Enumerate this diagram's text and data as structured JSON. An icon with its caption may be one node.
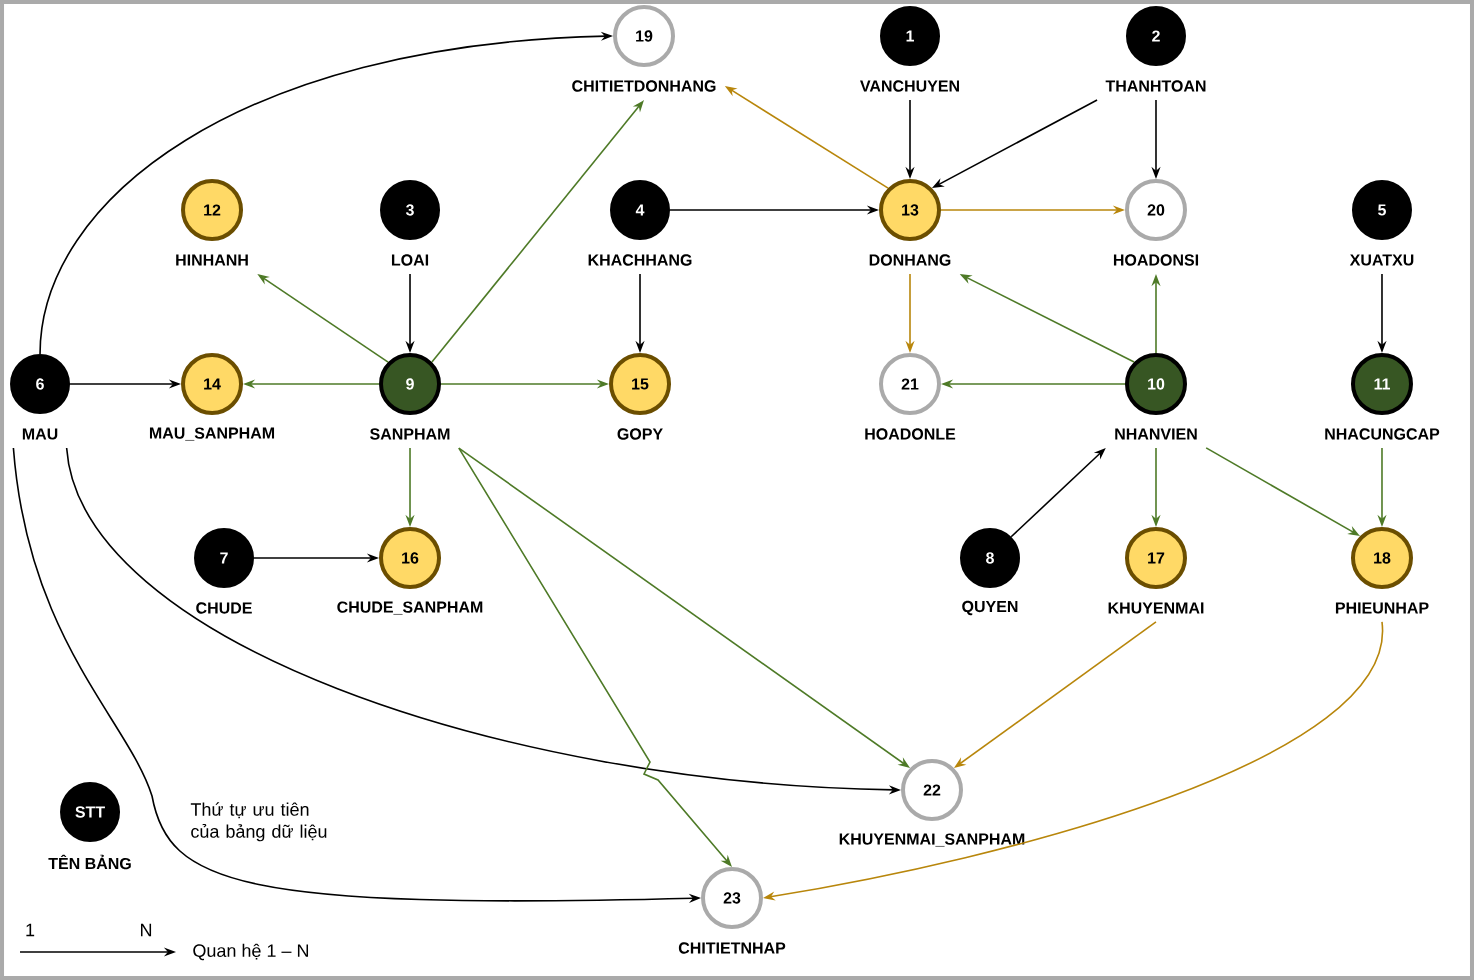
{
  "diagram": {
    "nodes": [
      {
        "text": [
          "1",
          "VANCHUYEN"
        ]
      },
      {
        "text": [
          "2",
          "THANHTOAN"
        ]
      },
      {
        "text": [
          "3",
          "LOAI"
        ]
      },
      {
        "text": [
          "4",
          "KHACHHANG"
        ]
      },
      {
        "text": [
          "5",
          "XUATXU"
        ]
      },
      {
        "text": [
          "6",
          "MAU"
        ]
      },
      {
        "text": [
          "7",
          "CHUDE"
        ]
      },
      {
        "text": [
          "8",
          "QUYEN"
        ]
      },
      {
        "text": [
          "9",
          "SANPHAM"
        ]
      },
      {
        "text": [
          "10",
          "NHANVIEN"
        ]
      },
      {
        "text": [
          "11",
          "NHACUNGCAP"
        ]
      },
      {
        "text": [
          "12",
          "HINHANH"
        ]
      },
      {
        "text": [
          "13",
          "DONHANG"
        ]
      },
      {
        "text": [
          "14",
          "MAU_SANPHAM"
        ]
      },
      {
        "text": [
          "15",
          "GOPY"
        ]
      },
      {
        "text": [
          "16",
          "CHUDE_SANPHAM"
        ]
      },
      {
        "text": [
          "17",
          "KHUYENMAI"
        ]
      },
      {
        "text": [
          "18",
          "PHIEUNHAP"
        ]
      },
      {
        "text": [
          "19",
          "CHITIETDONHANG"
        ]
      },
      {
        "text": [
          "20",
          "HOADONSI"
        ]
      },
      {
        "text": [
          "21",
          "HOADONLE"
        ]
      },
      {
        "text": [
          "22",
          "KHUYENMAI_SANPHAM"
        ]
      },
      {
        "text": [
          "23",
          "CHITIETNHAP"
        ]
      },
      {
        "text": [
          "STT",
          "TÊN BẢNG"
        ],
        "beside": [
          "Thứ tự ưu tiên của bảng dữ liệu"
        ]
      }
    ],
    "edges": [
      {
        "from": 0,
        "to": 12,
        "arrow": "to"
      },
      {
        "from": 1,
        "to": 12,
        "arrow": "to"
      },
      {
        "from": 1,
        "to": 19,
        "arrow": "to"
      },
      {
        "from": 3,
        "to": 12,
        "arrow": "to"
      },
      {
        "from": 3,
        "to": 14,
        "arrow": "to"
      },
      {
        "from": 2,
        "to": 8,
        "arrow": "to"
      },
      {
        "from": 4,
        "to": 10,
        "arrow": "to"
      },
      {
        "from": 5,
        "to": 13,
        "arrow": "to"
      },
      {
        "from": 5,
        "to": 18,
        "arrow": "to"
      },
      {
        "from": 5,
        "to": 21,
        "arrow": "to"
      },
      {
        "from": 5,
        "to": 22,
        "arrow": "to"
      },
      {
        "from": 6,
        "to": 15,
        "arrow": "to"
      },
      {
        "from": 7,
        "to": 9,
        "arrow": "to"
      },
      {
        "from": 12,
        "to": 18,
        "arrow": "to",
        "color": "#b8860b"
      },
      {
        "from": 12,
        "to": 19,
        "arrow": "to",
        "color": "#b8860b"
      },
      {
        "from": 12,
        "to": 20,
        "arrow": "to",
        "color": "#b8860b"
      },
      {
        "from": 16,
        "to": 21,
        "arrow": "to",
        "color": "#b8860b"
      },
      {
        "from": 17,
        "to": 22,
        "arrow": "to",
        "color": "#b8860b"
      },
      {
        "from": 8,
        "to": 11,
        "arrow": "to",
        "color": "#4e7a27"
      },
      {
        "from": 8,
        "to": 13,
        "arrow": "to",
        "color": "#4e7a27"
      },
      {
        "from": 8,
        "to": 14,
        "arrow": "to",
        "color": "#4e7a27"
      },
      {
        "from": 8,
        "to": 18,
        "arrow": "to",
        "color": "#4e7a27"
      },
      {
        "from": 8,
        "to": 15,
        "arrow": "to",
        "color": "#4e7a27"
      },
      {
        "from": 8,
        "to": 21,
        "arrow": "to",
        "color": "#4e7a27"
      },
      {
        "from": 8,
        "to": 22,
        "arrow": "to",
        "color": "#4e7a27"
      },
      {
        "from": 9,
        "to": 12,
        "arrow": "to",
        "color": "#4e7a27"
      },
      {
        "from": 9,
        "to": 19,
        "arrow": "to",
        "color": "#4e7a27"
      },
      {
        "from": 9,
        "to": 20,
        "arrow": "to",
        "color": "#4e7a27"
      },
      {
        "from": 9,
        "to": 16,
        "arrow": "to",
        "color": "#4e7a27"
      },
      {
        "from": 9,
        "to": 17,
        "arrow": "to",
        "color": "#4e7a27"
      },
      {
        "from": 10,
        "to": 17,
        "arrow": "to",
        "color": "#4e7a27"
      }
    ],
    "labels": [
      "1",
      "N"
    ],
    "legend": [
      {
        "text": "Quan hệ 1 – N"
      }
    ]
  }
}
